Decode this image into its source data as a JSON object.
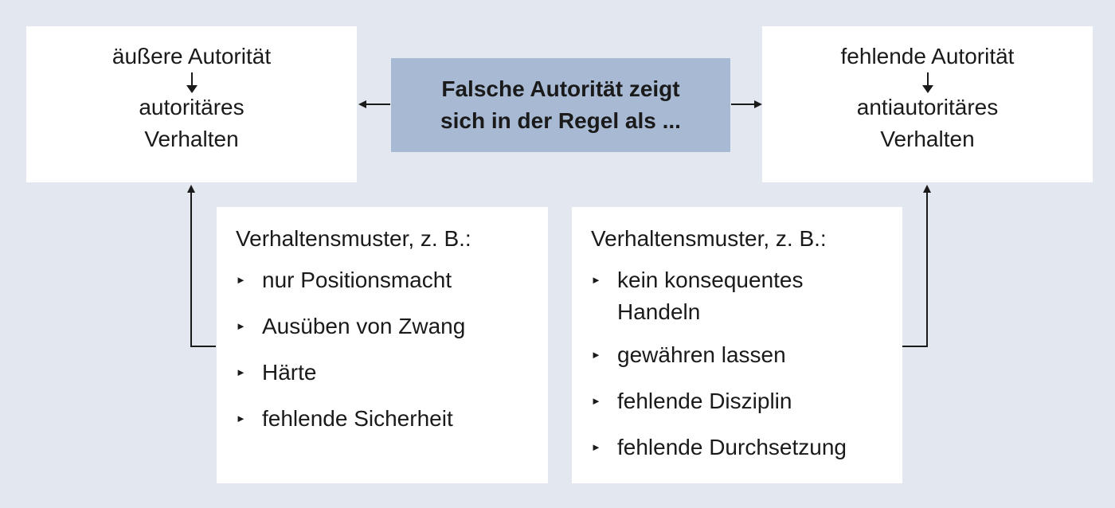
{
  "center_box": {
    "text": "Falsche Autorität zeigt\nsich in der Regel als ..."
  },
  "left_outcome": {
    "top": "äußere Autorität",
    "bottom": "autoritäres\nVerhalten"
  },
  "right_outcome": {
    "top": "fehlende Autorität",
    "bottom": "antiautoritäres\nVerhalten"
  },
  "left_patterns": {
    "header": "Verhaltensmuster, z. B.:",
    "items": [
      "nur Positionsmacht",
      "Ausüben von Zwang",
      "Härte",
      "fehlende Sicherheit"
    ]
  },
  "right_patterns": {
    "header": "Verhaltensmuster, z. B.:",
    "items": [
      "kein konsequentes\nHandeln",
      "gewähren lassen",
      "fehlende Disziplin",
      "fehlende Durchsetzung"
    ]
  },
  "colors": {
    "background": "#e3e8f0",
    "center_fill": "#a7b9d3",
    "box_fill": "#ffffff",
    "line": "#1a1a1a"
  }
}
